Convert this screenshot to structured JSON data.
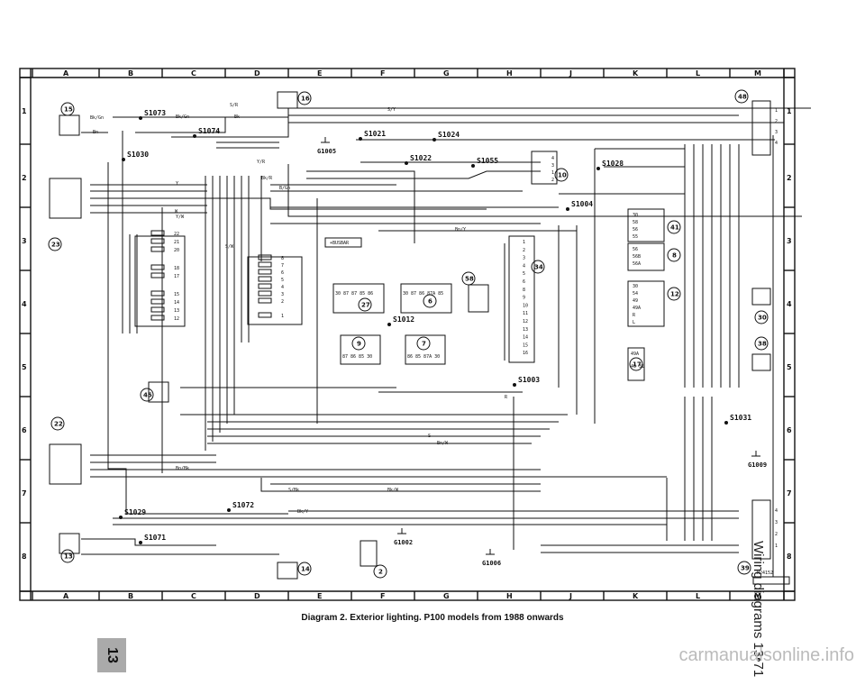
{
  "caption": "Diagram 2. Exterior lighting. P100 models from 1988 onwards",
  "side_title": {
    "prefix": "Wiring diagrams",
    "page": "13•71"
  },
  "chapter_tab": "13",
  "watermark": "carmanualsonline.info",
  "reference_code": "H24152",
  "columns": [
    "A",
    "B",
    "C",
    "D",
    "E",
    "F",
    "G",
    "H",
    "J",
    "K",
    "L",
    "M"
  ],
  "rows": [
    "1",
    "2",
    "3",
    "4",
    "5",
    "6",
    "7",
    "8"
  ],
  "splices": [
    "S1073",
    "S1074",
    "S1030",
    "S1021",
    "S1024",
    "S1022",
    "S1055",
    "S1028",
    "S1004",
    "S1012",
    "S1003",
    "S1031",
    "S1029",
    "S1072",
    "S1071"
  ],
  "grounds": [
    "G1005",
    "G1009",
    "G1002",
    "G1006"
  ],
  "components": [
    "15",
    "16",
    "23",
    "22",
    "13",
    "14",
    "27",
    "6",
    "9",
    "7",
    "45",
    "58",
    "34",
    "10",
    "48",
    "41",
    "8",
    "12",
    "17",
    "30",
    "38",
    "39",
    "2"
  ],
  "bus_label": "+BUSBAR",
  "relay_pins_27": "30 87 87 85 86",
  "relay_pins_6": "30 87 86 87A 85",
  "relay_pins_9": "87 86 85 30",
  "relay_pins_7": "86 85 87A 30",
  "fuse_numbers": [
    "22",
    "21",
    "20",
    "18",
    "17",
    "15",
    "14",
    "13",
    "12",
    "8",
    "7",
    "6",
    "5",
    "4",
    "3",
    "2",
    "1"
  ],
  "wire_colors": [
    "Bk/Gn",
    "Bn",
    "S/R",
    "Bk",
    "Bk/Gn",
    "Y/R",
    "S/Y",
    "Bk/R",
    "B/Gn",
    "Y",
    "W",
    "Bn/Y",
    "Bn/W",
    "R",
    "S",
    "Bn/Bk",
    "S/Bk",
    "Bk/W",
    "Bk/Y",
    "Y/W",
    "S/W"
  ],
  "pins_41": [
    "30",
    "58",
    "56",
    "55"
  ],
  "pins_8": [
    "56",
    "56B",
    "56A"
  ],
  "pins_12": [
    "30",
    "54",
    "49",
    "49A",
    "R",
    "L"
  ],
  "pins_17": [
    "49A",
    "49 31"
  ],
  "pins_34": [
    "1",
    "2",
    "3",
    "4",
    "5",
    "6",
    "8",
    "9",
    "10",
    "11",
    "12",
    "13",
    "14",
    "15",
    "16"
  ],
  "pins_10": [
    "4",
    "3",
    "1",
    "2"
  ],
  "pins_48": [
    "1",
    "2",
    "3",
    "4"
  ],
  "pins_39": [
    "4",
    "3",
    "2",
    "1"
  ]
}
